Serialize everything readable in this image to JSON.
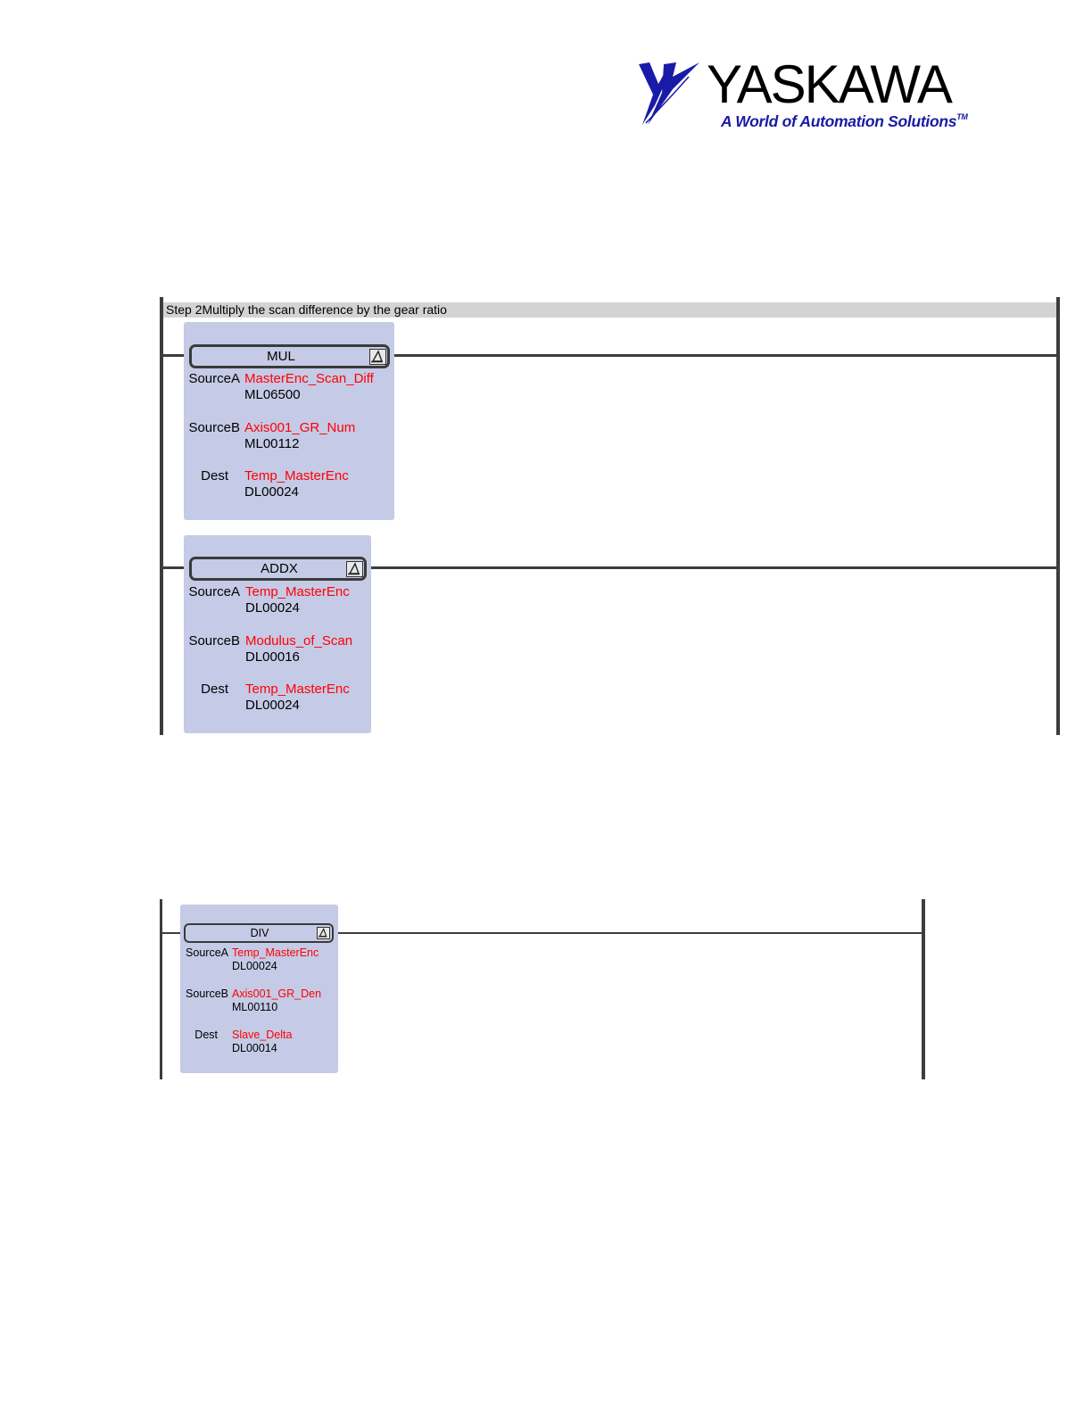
{
  "logo": {
    "brand": "YASKAWA",
    "tagline": "A World of Automation Solutions",
    "tm": "TM",
    "brand_color": "#1a1aa8"
  },
  "rung1": {
    "comment": "Step 2Multiply the scan difference by the gear ratio",
    "blocks": [
      {
        "name": "MUL",
        "params": [
          {
            "label": "SourceA",
            "variable": "MasterEnc_Scan_Diff",
            "register": "ML06500"
          },
          {
            "label": "SourceB",
            "variable": "Axis001_GR_Num",
            "register": "ML00112"
          },
          {
            "label": "Dest",
            "variable": "Temp_MasterEnc",
            "register": "DL00024"
          }
        ]
      },
      {
        "name": "ADDX",
        "params": [
          {
            "label": "SourceA",
            "variable": "Temp_MasterEnc",
            "register": "DL00024"
          },
          {
            "label": "SourceB",
            "variable": "Modulus_of_Scan",
            "register": "DL00016"
          },
          {
            "label": "Dest",
            "variable": "Temp_MasterEnc",
            "register": "DL00024"
          }
        ]
      }
    ]
  },
  "rung2": {
    "blocks": [
      {
        "name": "DIV",
        "params": [
          {
            "label": "SourceA",
            "variable": "Temp_MasterEnc",
            "register": "DL00024"
          },
          {
            "label": "SourceB",
            "variable": "Axis001_GR_Den",
            "register": "ML00110"
          },
          {
            "label": "Dest",
            "variable": "Slave_Delta",
            "register": "DL00014"
          }
        ]
      }
    ]
  },
  "colors": {
    "block_fill": "#c5cae6",
    "variable_text": "#ff0000",
    "rail": "#3d3d3d",
    "comment_bar": "#d3d3d3"
  },
  "icons": {
    "block_expand": "expand-triangle-icon",
    "logo_mark": "yaskawa-swoosh-icon"
  }
}
